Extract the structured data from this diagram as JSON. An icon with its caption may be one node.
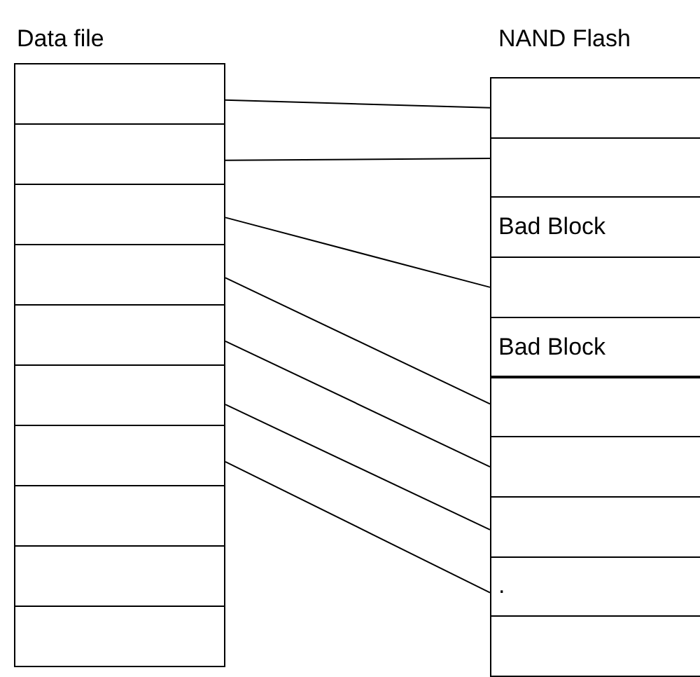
{
  "diagram": {
    "nodes": [
      {
        "text": [],
        "shape": "box"
      },
      {
        "text": [],
        "shape": "box"
      },
      {
        "text": [],
        "shape": "box"
      },
      {
        "text": [],
        "shape": "box"
      },
      {
        "text": [],
        "shape": "box"
      },
      {
        "text": [],
        "shape": "box"
      },
      {
        "text": [],
        "shape": "box"
      },
      {
        "text": [],
        "shape": "box"
      },
      {
        "text": [],
        "shape": "box"
      },
      {
        "text": [],
        "shape": "box"
      },
      {
        "text": [],
        "shape": "box"
      },
      {
        "text": [],
        "shape": "box"
      },
      {
        "text": [
          "Bad Block"
        ]
      },
      {
        "text": [],
        "shape": "box"
      },
      {
        "text": [
          "Bad Block"
        ]
      },
      {
        "text": [],
        "shape": "box"
      },
      {
        "text": [],
        "shape": "box"
      },
      {
        "text": [],
        "shape": "box"
      },
      {
        "text": [
          "."
        ]
      },
      {
        "text": [],
        "shape": "box"
      }
    ],
    "edges": [
      {
        "from": 0,
        "to": 10,
        "arrow": "none"
      },
      {
        "from": 1,
        "to": 11,
        "arrow": "none"
      },
      {
        "from": 2,
        "to": 13,
        "arrow": "none"
      },
      {
        "from": 3,
        "to": 15,
        "arrow": "none"
      },
      {
        "from": 4,
        "to": 16,
        "arrow": "none"
      },
      {
        "from": 5,
        "to": 17,
        "arrow": "none"
      },
      {
        "from": 6,
        "to": 18,
        "arrow": "none"
      }
    ],
    "labels": [
      "Data file",
      "NAND Flash"
    ]
  }
}
